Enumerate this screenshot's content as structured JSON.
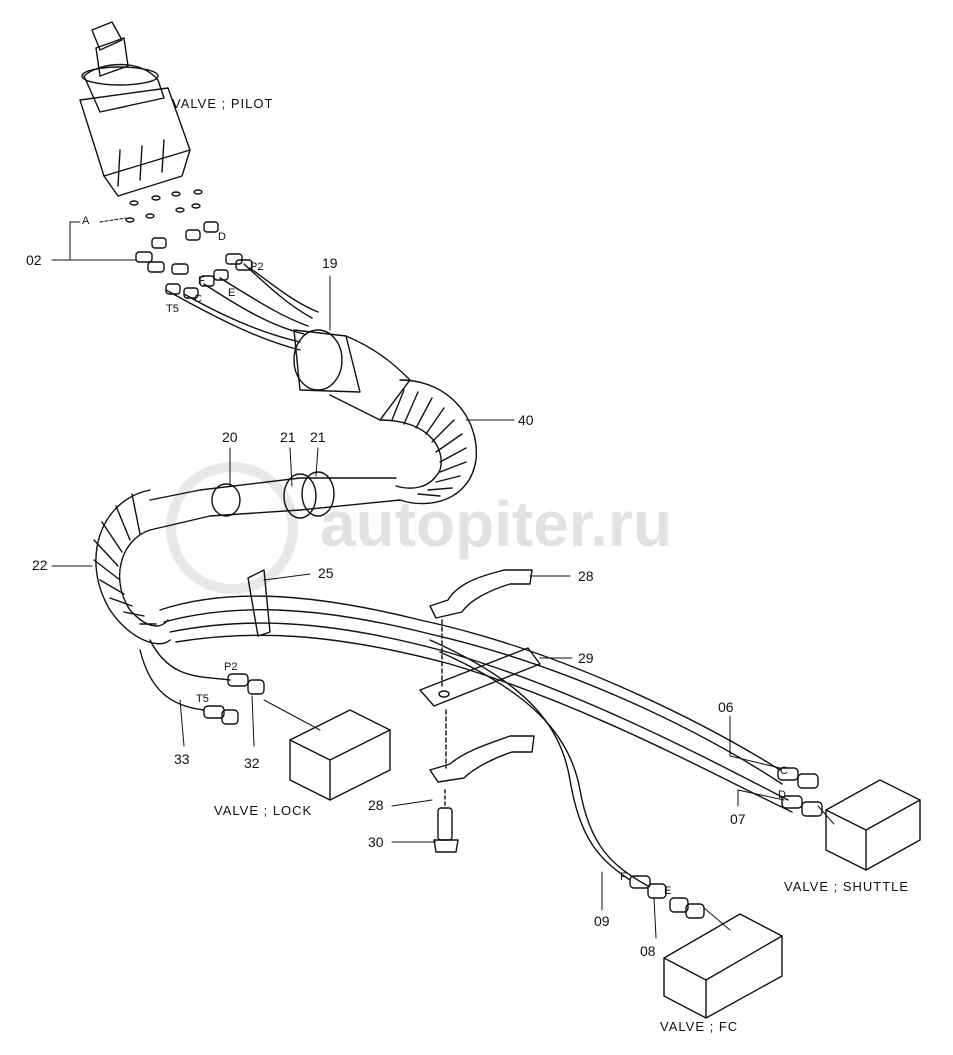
{
  "colors": {
    "ink": "#111111",
    "watermark": "#969696",
    "background": "#ffffff"
  },
  "components": {
    "valve_pilot": "VALVE ; PILOT",
    "valve_lock": "VALVE ; LOCK",
    "valve_shuttle": "VALVE ; SHUTTLE",
    "valve_fc": "VALVE ; FC"
  },
  "part_numbers": {
    "p02": "02",
    "p19": "19",
    "p40": "40",
    "p20": "20",
    "p21a": "21",
    "p21b": "21",
    "p22": "22",
    "p25": "25",
    "p28a": "28",
    "p28b": "28",
    "p29": "29",
    "p06": "06",
    "p07": "07",
    "p33": "33",
    "p32": "32",
    "p30": "30",
    "p09": "09",
    "p08": "08"
  },
  "port_labels": {
    "A": "A",
    "D": "D",
    "P2_top": "P2",
    "F_top": "F",
    "E_top": "E",
    "C_top": "C",
    "T5_top": "T5",
    "P2_low": "P2",
    "T5_low": "T5",
    "C_low": "C",
    "D_low": "D",
    "F_low": "F",
    "E_low": "E"
  },
  "watermark": "autopiter.ru"
}
